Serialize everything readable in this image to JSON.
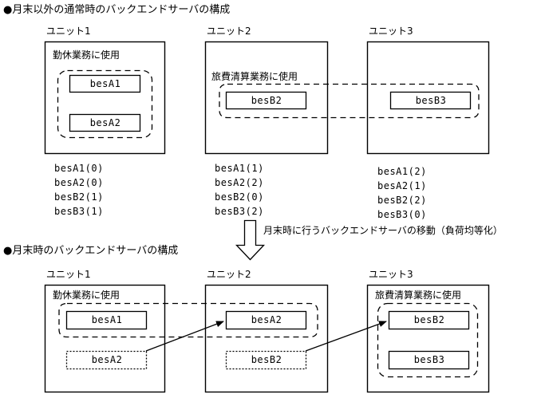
{
  "document": {
    "title": "バックエンドサーバの構成と月末時の移動",
    "bullet_glyph": "●"
  },
  "sections": [
    {
      "id": "normal",
      "heading": "●月末以外の通常時のバックエンドサーバの構成",
      "units": [
        {
          "label": "ユニット1",
          "group_label": "勤休業務に使用",
          "servers": [
            {
              "name": "besA1",
              "style": "solid"
            },
            {
              "name": "besA2",
              "style": "solid"
            }
          ],
          "status": [
            "besA1(0)",
            "besA2(0)",
            "besB2(1)",
            "besB3(1)"
          ]
        },
        {
          "label": "ユニット2",
          "group_label": "旅費清算業務に使用",
          "servers": [
            {
              "name": "besB2",
              "style": "solid"
            }
          ],
          "status": [
            "besA1(1)",
            "besA2(2)",
            "besB2(0)",
            "besB3(2)"
          ]
        },
        {
          "label": "ユニット3",
          "group_label": "",
          "servers": [
            {
              "name": "besB3",
              "style": "solid"
            }
          ],
          "status": [
            "besA1(2)",
            "besA2(1)",
            "besB2(2)",
            "besB3(0)"
          ]
        }
      ]
    },
    {
      "id": "month-end",
      "heading": "●月末時のバックエンドサーバの構成",
      "units": [
        {
          "label": "ユニット1",
          "group_label": "勤休業務に使用",
          "servers": [
            {
              "name": "besA1",
              "style": "solid"
            },
            {
              "name": "besA2",
              "style": "dotted"
            }
          ],
          "status": []
        },
        {
          "label": "ユニット2",
          "group_label": "",
          "servers": [
            {
              "name": "besA2",
              "style": "solid"
            },
            {
              "name": "besB2",
              "style": "dotted"
            }
          ],
          "status": []
        },
        {
          "label": "ユニット3",
          "group_label": "旅費清算業務に使用",
          "servers": [
            {
              "name": "besB2",
              "style": "solid"
            },
            {
              "name": "besB3",
              "style": "solid"
            }
          ],
          "status": []
        }
      ]
    }
  ],
  "transition": {
    "arrow_label": "月末時に行うバックエンドサーバの移動（負荷均等化）",
    "arrow_direction": "down"
  },
  "colors": {
    "stroke": "#000000",
    "background": "#ffffff",
    "text": "#000000"
  }
}
